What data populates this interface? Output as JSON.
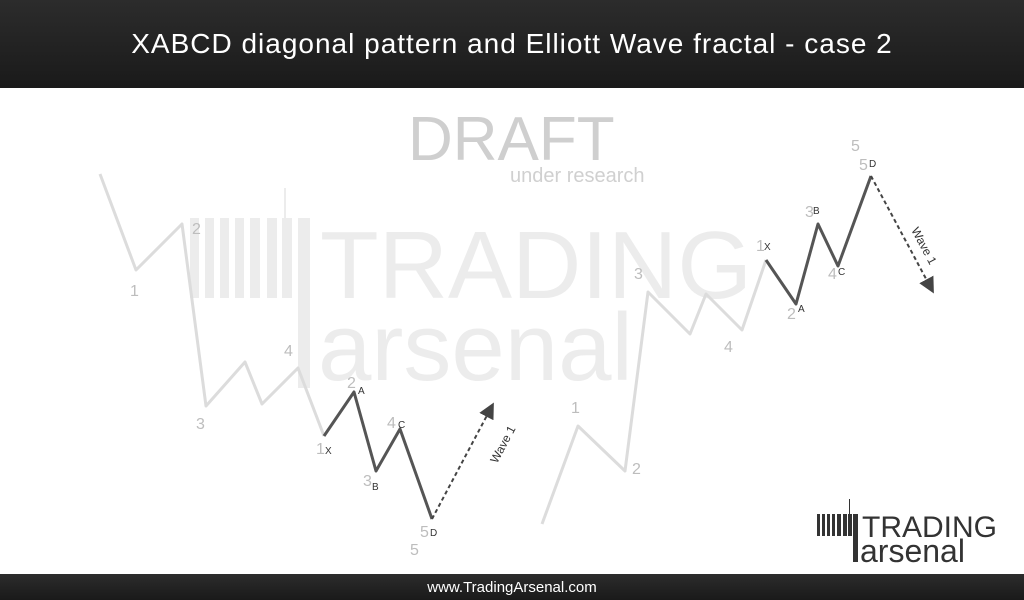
{
  "title": "XABCD diagonal pattern and Elliott Wave fractal - case 2",
  "footer": "www.TradingArsenal.com",
  "watermark": {
    "draft": "DRAFT",
    "sub": "under research",
    "brand_top": "TRADING",
    "brand_bottom": "arsenal"
  },
  "logo": {
    "top": "TRADING",
    "bottom": "arsenal"
  },
  "left_pattern": {
    "wave_numbers": [
      "1",
      "2",
      "3",
      "4",
      "1",
      "2",
      "3",
      "4",
      "5",
      "5"
    ],
    "points": [
      "X",
      "A",
      "B",
      "C",
      "D"
    ],
    "projection": "Wave 1"
  },
  "right_pattern": {
    "wave_numbers": [
      "1",
      "2",
      "3",
      "4",
      "1",
      "2",
      "3",
      "4",
      "5",
      "5"
    ],
    "points": [
      "X",
      "A",
      "B",
      "C",
      "D"
    ],
    "projection": "Wave 1"
  },
  "colors": {
    "bar": "#222222",
    "background": "#ffffff",
    "wave_grey": "#dcdcdc",
    "pattern_dark": "#555555",
    "label_grey": "#bdbdbd"
  }
}
